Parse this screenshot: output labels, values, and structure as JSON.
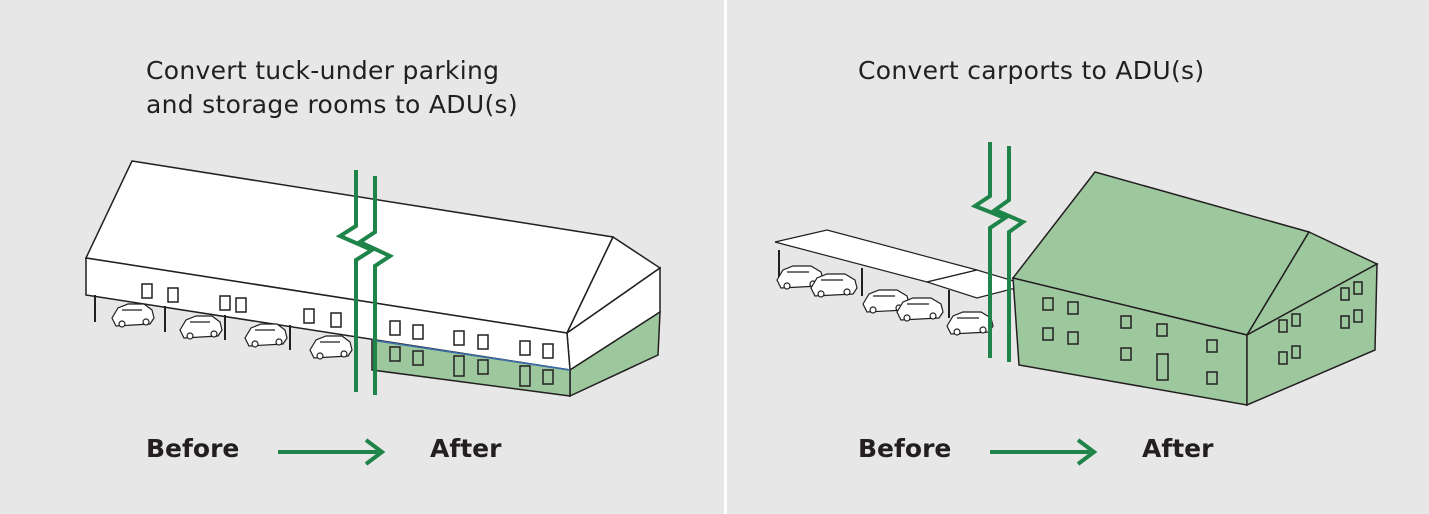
{
  "colors": {
    "accent": "#1e8449",
    "fill": "#9dc89e",
    "background": "#e6e7e6",
    "text": "#231f20"
  },
  "panels": [
    {
      "title_lines": [
        "Convert tuck-under parking",
        "and storage rooms to ADU(s)"
      ],
      "before_label": "Before",
      "after_label": "After"
    },
    {
      "title_lines": [
        "Convert carports to ADU(s)"
      ],
      "before_label": "Before",
      "after_label": "After"
    }
  ]
}
